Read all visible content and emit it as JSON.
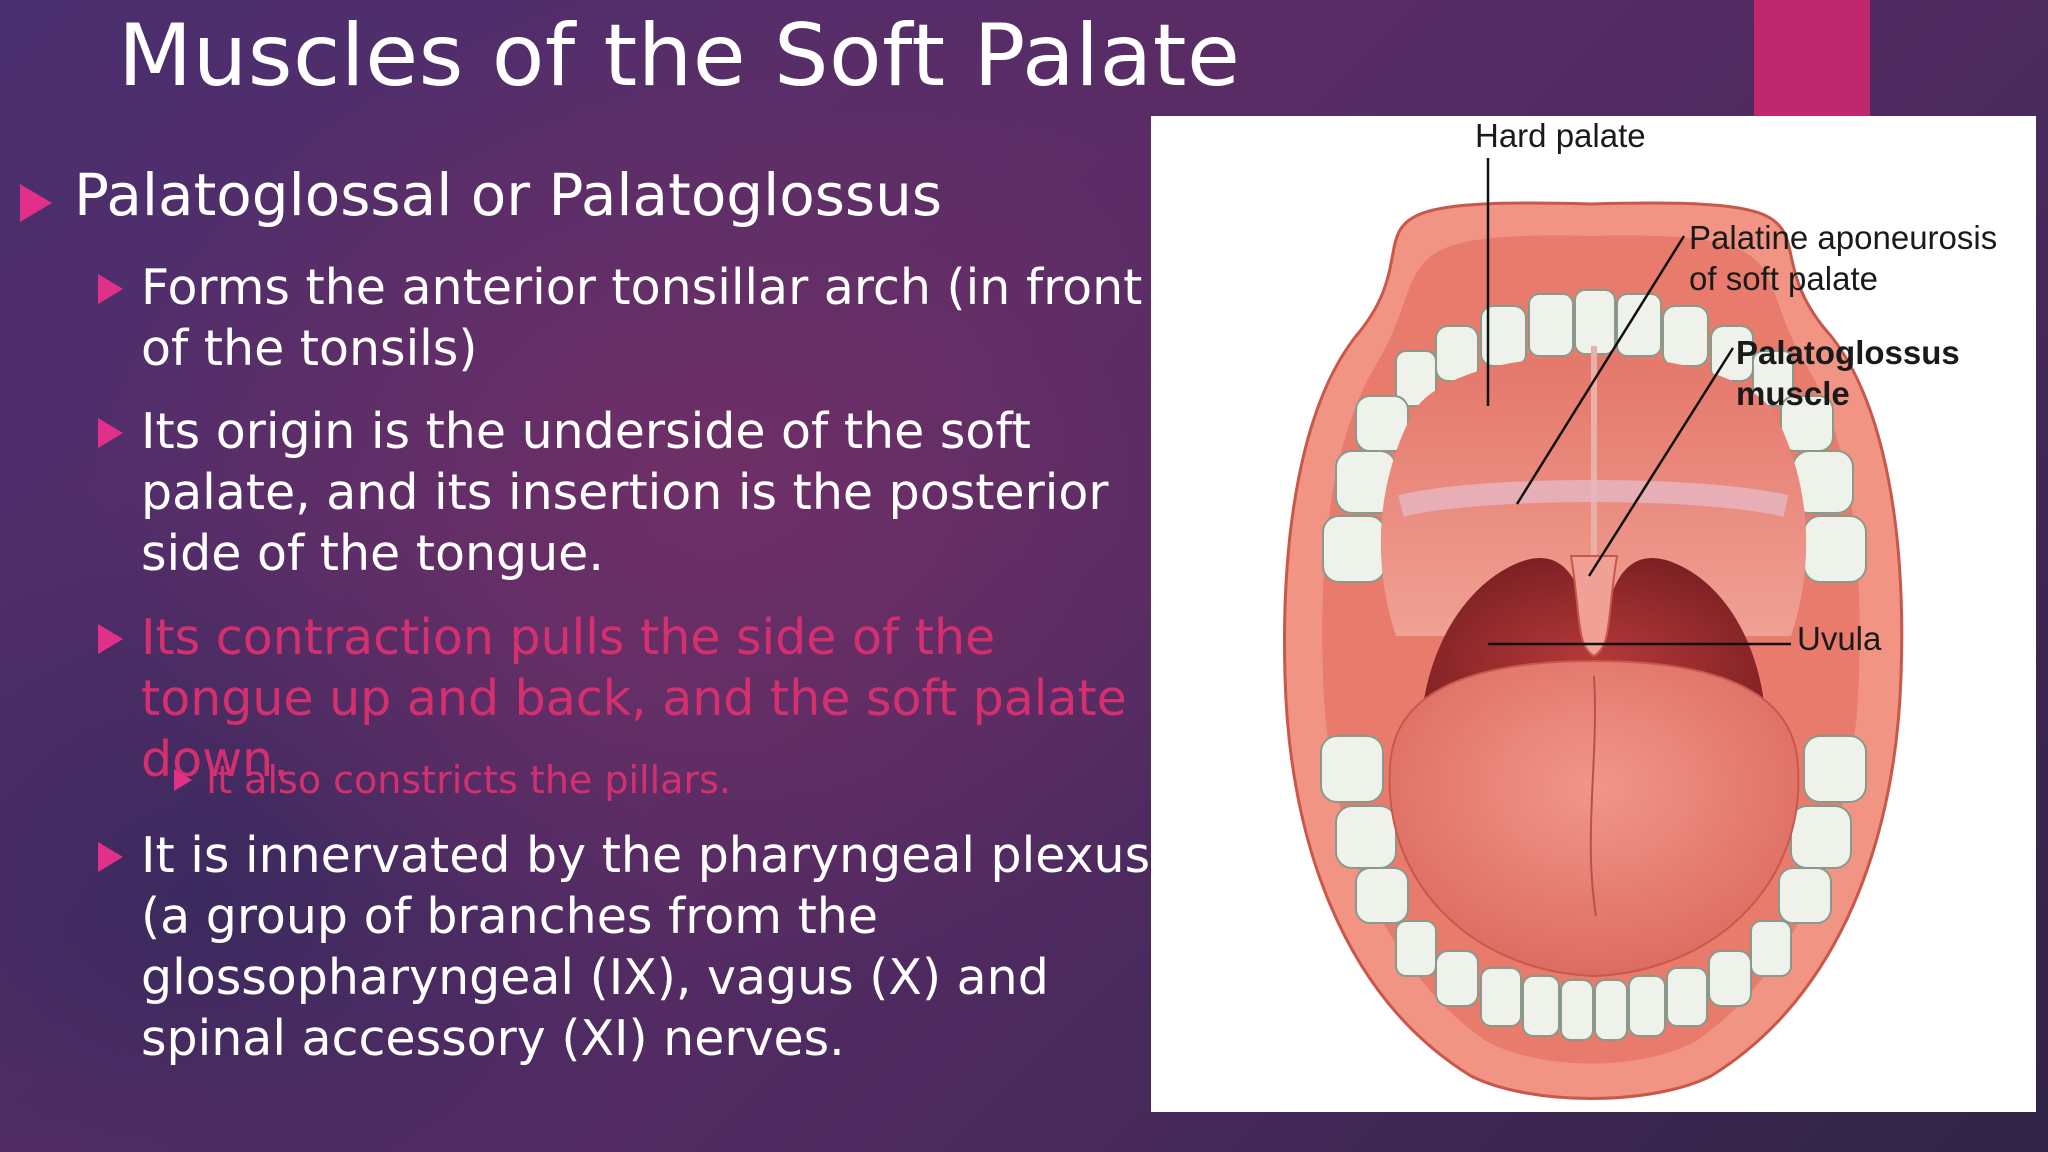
{
  "slide": {
    "title": "Muscles of the Soft Palate",
    "accent_color": "#c0286e",
    "bullet_color": "#e0308a",
    "highlight_text_color": "#d4306f"
  },
  "bullets": {
    "main": "Palatoglossal or Palatoglossus",
    "sub1": "Forms the anterior tonsillar arch (in front of the tonsils)",
    "sub2": "Its origin is the underside of the soft palate, and its insertion is the posterior side of the tongue.",
    "sub3": "Its contraction pulls the side of the tongue up and back, and the soft palate down.",
    "sub3_nested": "It also constricts the pillars.",
    "sub4": "It is innervated by the pharyngeal plexus (a group of branches from the glossopharyngeal (IX), vagus (X) and spinal accessory (XI) nerves."
  },
  "figure": {
    "label_hard_palate": "Hard palate",
    "label_aponeurosis_1": "Palatine aponeurosis",
    "label_aponeurosis_2": "of soft palate",
    "label_palatoglossus_1": "Palatoglossus",
    "label_palatoglossus_2": "muscle",
    "label_uvula": "Uvula"
  }
}
